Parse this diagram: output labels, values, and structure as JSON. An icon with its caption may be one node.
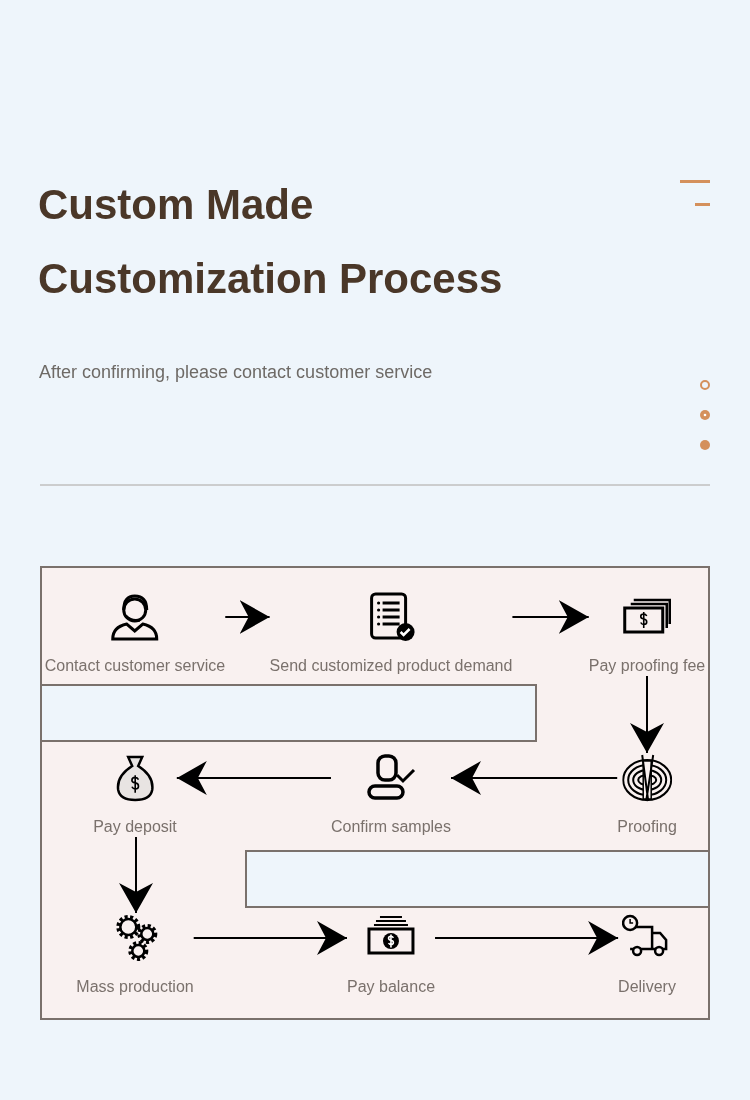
{
  "diagram": {
    "title": "Custom Made Customization Process",
    "nodes": [
      {
        "text": [
          "Contact customer service"
        ]
      },
      {
        "text": [
          "Send customized product demand"
        ]
      },
      {
        "text": [
          "Pay proofing fee"
        ]
      },
      {
        "text": [
          "Proofing"
        ]
      },
      {
        "text": [
          "Confirm samples"
        ]
      },
      {
        "text": [
          "Pay deposit"
        ]
      },
      {
        "text": [
          "Mass production"
        ]
      },
      {
        "text": [
          "Pay balance"
        ]
      },
      {
        "text": [
          "Delivery"
        ]
      }
    ],
    "edges": [
      {
        "from": 0,
        "to": 1,
        "arrow": "to"
      },
      {
        "from": 1,
        "to": 2,
        "arrow": "to"
      },
      {
        "from": 2,
        "to": 3,
        "arrow": "to"
      },
      {
        "from": 3,
        "to": 4,
        "arrow": "to"
      },
      {
        "from": 4,
        "to": 5,
        "arrow": "to"
      },
      {
        "from": 5,
        "to": 6,
        "arrow": "to"
      },
      {
        "from": 6,
        "to": 7,
        "arrow": "to"
      },
      {
        "from": 7,
        "to": 8,
        "arrow": "to"
      }
    ],
    "labels": [
      "After confirming, please contact customer service"
    ]
  }
}
